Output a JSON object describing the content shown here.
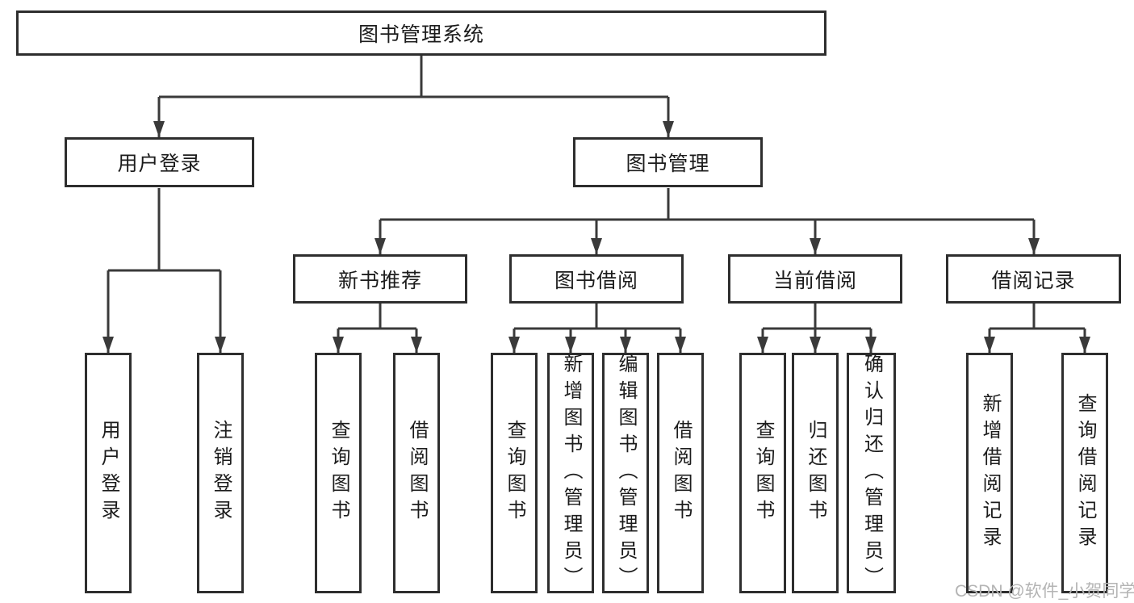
{
  "nodes": {
    "root": "图书管理系统",
    "user_login": "用户登录",
    "book_mgmt": "图书管理",
    "new_book": "新书推荐",
    "book_borrow": "图书借阅",
    "current_borrow": "当前借阅",
    "borrow_records": "借阅记录",
    "leaves": {
      "user_login": [
        "用户登录",
        "注销登录"
      ],
      "new_book": [
        "查询图书",
        "借阅图书"
      ],
      "book_borrow": [
        "查询图书",
        "新增图书（管理员）",
        "编辑图书（管理员）",
        "借阅图书"
      ],
      "current_borrow": [
        "查询图书",
        "归还图书",
        "确认归还（管理员）"
      ],
      "borrow_records": [
        "新增借阅记录",
        "查询借阅记录"
      ]
    }
  },
  "watermark": "CSDN @软件_小贺同学",
  "colors": {
    "line": "#3a3a3a",
    "border": "#2e2e2e",
    "fill": "#ffffff",
    "text": "#1c1c1c",
    "watermark": "#b4b4b4"
  }
}
